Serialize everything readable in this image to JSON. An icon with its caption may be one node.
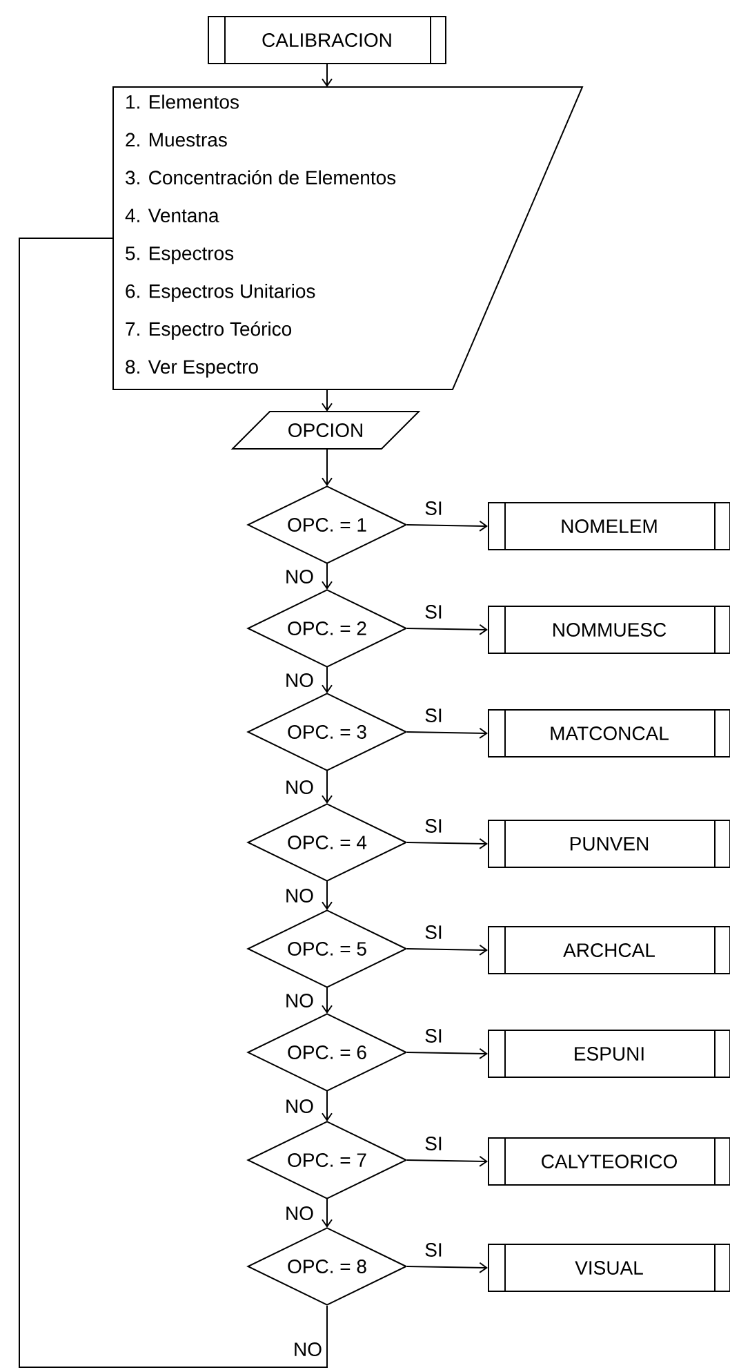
{
  "diagram": {
    "nodes": [
      {
        "text": [
          "CALIBRACION"
        ]
      },
      {
        "text": [
          "1. Elementos",
          "2. Muestras",
          "3. Concentración de Elementos",
          "4. Ventana",
          "5. Espectros",
          "6. Espectros Unitarios",
          "7. Espectro Teórico",
          "8. Ver Espectro"
        ]
      },
      {
        "text": [
          "OPCION"
        ]
      },
      {
        "text": [
          "OPC. = 1"
        ]
      },
      {
        "text": [
          "OPC. = 2"
        ]
      },
      {
        "text": [
          "OPC. = 3"
        ]
      },
      {
        "text": [
          "OPC. = 4"
        ]
      },
      {
        "text": [
          "OPC. = 5"
        ]
      },
      {
        "text": [
          "OPC. = 6"
        ]
      },
      {
        "text": [
          "OPC. = 7"
        ]
      },
      {
        "text": [
          "OPC. = 8"
        ]
      },
      {
        "text": [
          "NOMELEM"
        ]
      },
      {
        "text": [
          "NOMMUESC"
        ]
      },
      {
        "text": [
          "MATCONCAL"
        ]
      },
      {
        "text": [
          "PUNVEN"
        ]
      },
      {
        "text": [
          "ARCHCAL"
        ]
      },
      {
        "text": [
          "ESPUNI"
        ]
      },
      {
        "text": [
          "CALYTEORICO"
        ]
      },
      {
        "text": [
          "VISUAL"
        ]
      }
    ],
    "edges": [
      {
        "from": 0,
        "to": 1,
        "arrow": "to"
      },
      {
        "from": 1,
        "to": 2,
        "arrow": "to"
      },
      {
        "from": 2,
        "to": 3,
        "arrow": "to"
      },
      {
        "from": 3,
        "to": 11,
        "label": "SI",
        "arrow": "to"
      },
      {
        "from": 3,
        "to": 4,
        "label": "NO",
        "arrow": "to"
      },
      {
        "from": 4,
        "to": 12,
        "label": "SI",
        "arrow": "to"
      },
      {
        "from": 4,
        "to": 5,
        "label": "NO",
        "arrow": "to"
      },
      {
        "from": 5,
        "to": 13,
        "label": "SI",
        "arrow": "to"
      },
      {
        "from": 5,
        "to": 6,
        "label": "NO",
        "arrow": "to"
      },
      {
        "from": 6,
        "to": 14,
        "label": "SI",
        "arrow": "to"
      },
      {
        "from": 6,
        "to": 7,
        "label": "NO",
        "arrow": "to"
      },
      {
        "from": 7,
        "to": 15,
        "label": "SI",
        "arrow": "to"
      },
      {
        "from": 7,
        "to": 8,
        "label": "NO",
        "arrow": "to"
      },
      {
        "from": 8,
        "to": 16,
        "label": "SI",
        "arrow": "to"
      },
      {
        "from": 8,
        "to": 9,
        "label": "NO",
        "arrow": "to"
      },
      {
        "from": 9,
        "to": 17,
        "label": "SI",
        "arrow": "to"
      },
      {
        "from": 9,
        "to": 10,
        "label": "NO",
        "arrow": "to"
      },
      {
        "from": 10,
        "to": 18,
        "label": "SI",
        "arrow": "to"
      },
      {
        "from": 10,
        "to": 1,
        "label": "NO",
        "arrow": "none"
      }
    ]
  }
}
